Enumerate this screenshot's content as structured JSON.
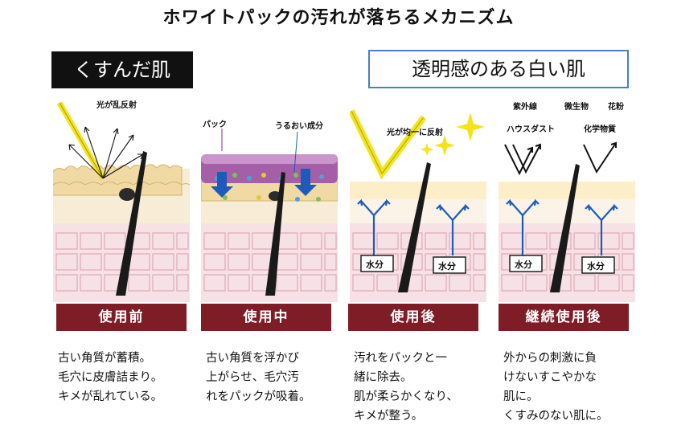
{
  "title": "ホワイトパックの汚れが落ちるメカニズム",
  "sections": {
    "dull": "くすんだ肌",
    "clear": "透明感のある白い肌"
  },
  "panels": [
    {
      "stage": "使用前",
      "annotations": [
        "光が乱反射"
      ],
      "lines": [
        "古い角質が蓄積。",
        "毛穴に皮膚詰まり。",
        "キメが乱れている。"
      ]
    },
    {
      "stage": "使用中",
      "annotations": [
        "パック",
        "うるおい成分"
      ],
      "lines": [
        "古い角質を浮かび",
        "上がらせ、毛穴汚",
        "れをパックが吸着。"
      ]
    },
    {
      "stage": "使用後",
      "annotations": [
        "光が均一に反射",
        "水分",
        "水分"
      ],
      "lines": [
        "汚れをパックと一",
        "緒に除去。",
        "肌が柔らかくなり、",
        "キメが整う。"
      ]
    },
    {
      "stage": "継続使用後",
      "annotations": [
        "紫外線",
        "微生物",
        "花粉",
        "ハウスダスト",
        "化学物質",
        "水分",
        "水分"
      ],
      "lines": [
        "外からの刺激に負",
        "けないすこやかな",
        "肌に。",
        "くすみのない肌に。"
      ]
    }
  ],
  "colors": {
    "stage_bg": "#7f1d27",
    "clear_border": "#4a7fc1",
    "skin_top": "#f1d9a3",
    "skin_cells": "#f6e2e6",
    "pack": "#a45fa8",
    "light": "#f3e41a",
    "arrow_blue": "#1e5bb8"
  }
}
